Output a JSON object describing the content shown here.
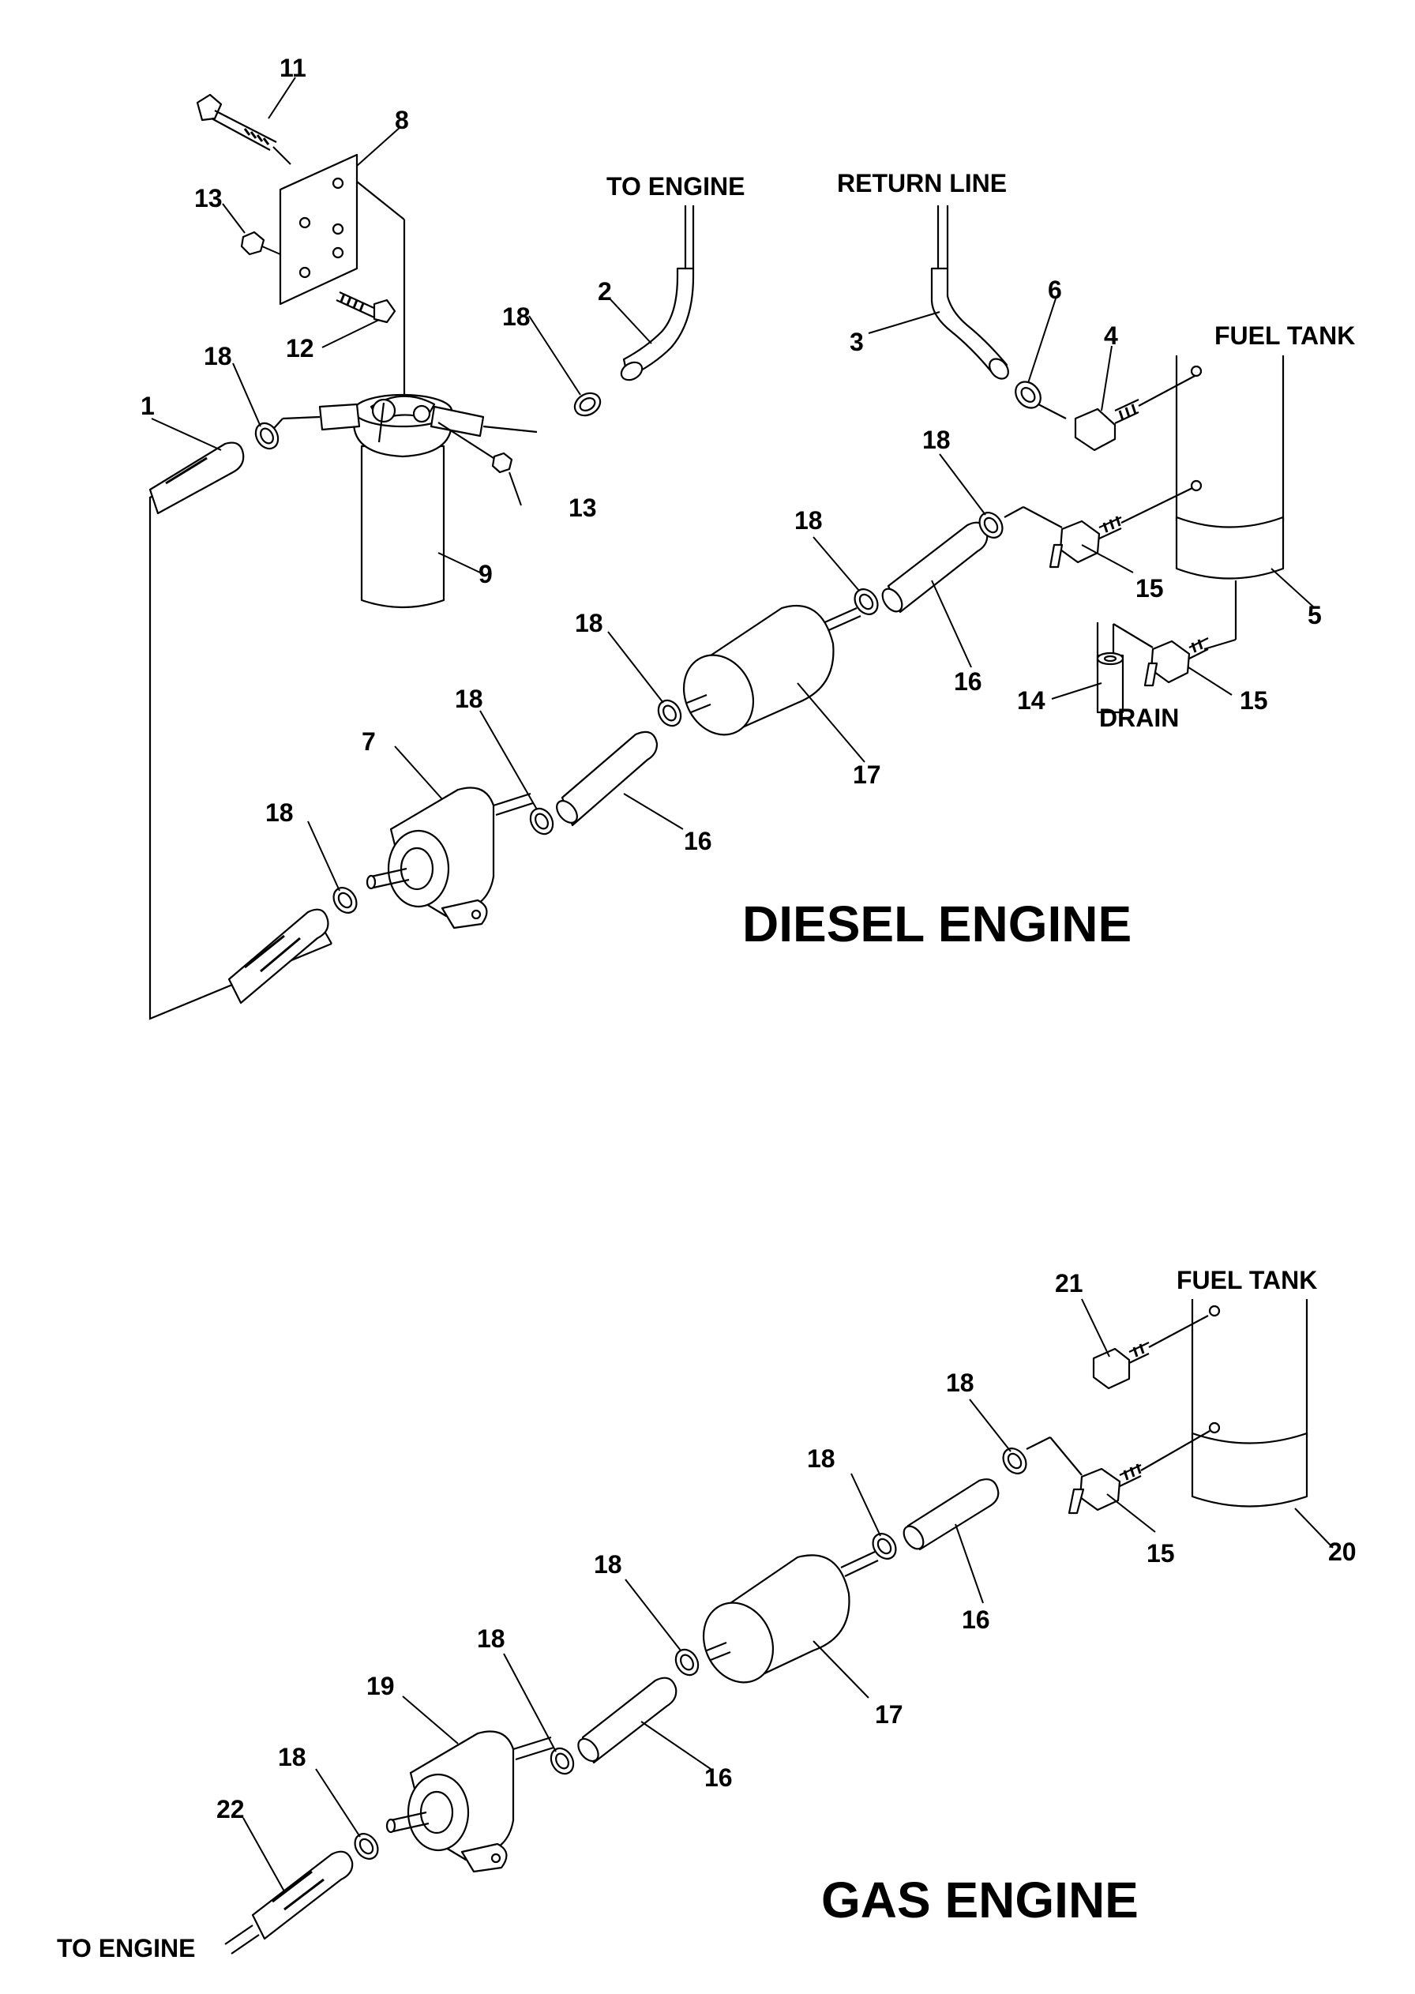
{
  "sections": {
    "diesel": {
      "title": "DIESEL ENGINE",
      "labels": {
        "to_engine": "TO ENGINE",
        "return_line": "RETURN LINE",
        "fuel_tank": "FUEL TANK",
        "drain": "DRAIN"
      },
      "callouts": {
        "c1": "1",
        "c2": "2",
        "c3": "3",
        "c4": "4",
        "c5": "5",
        "c6": "6",
        "c7": "7",
        "c8": "8",
        "c9": "9",
        "c11": "11",
        "c12": "12",
        "c13a": "13",
        "c13b": "13",
        "c14": "14",
        "c15a": "15",
        "c15b": "15",
        "c16a": "16",
        "c16b": "16",
        "c17": "17",
        "c18a": "18",
        "c18b": "18",
        "c18c": "18",
        "c18d": "18",
        "c18e": "18",
        "c18f": "18",
        "c18g": "18"
      }
    },
    "gas": {
      "title": "GAS ENGINE",
      "labels": {
        "fuel_tank": "FUEL TANK",
        "to_engine": "TO ENGINE"
      },
      "callouts": {
        "c15": "15",
        "c16a": "16",
        "c16b": "16",
        "c17": "17",
        "c18a": "18",
        "c18b": "18",
        "c18c": "18",
        "c18d": "18",
        "c18e": "18",
        "c19": "19",
        "c20": "20",
        "c21": "21",
        "c22": "22"
      }
    }
  }
}
